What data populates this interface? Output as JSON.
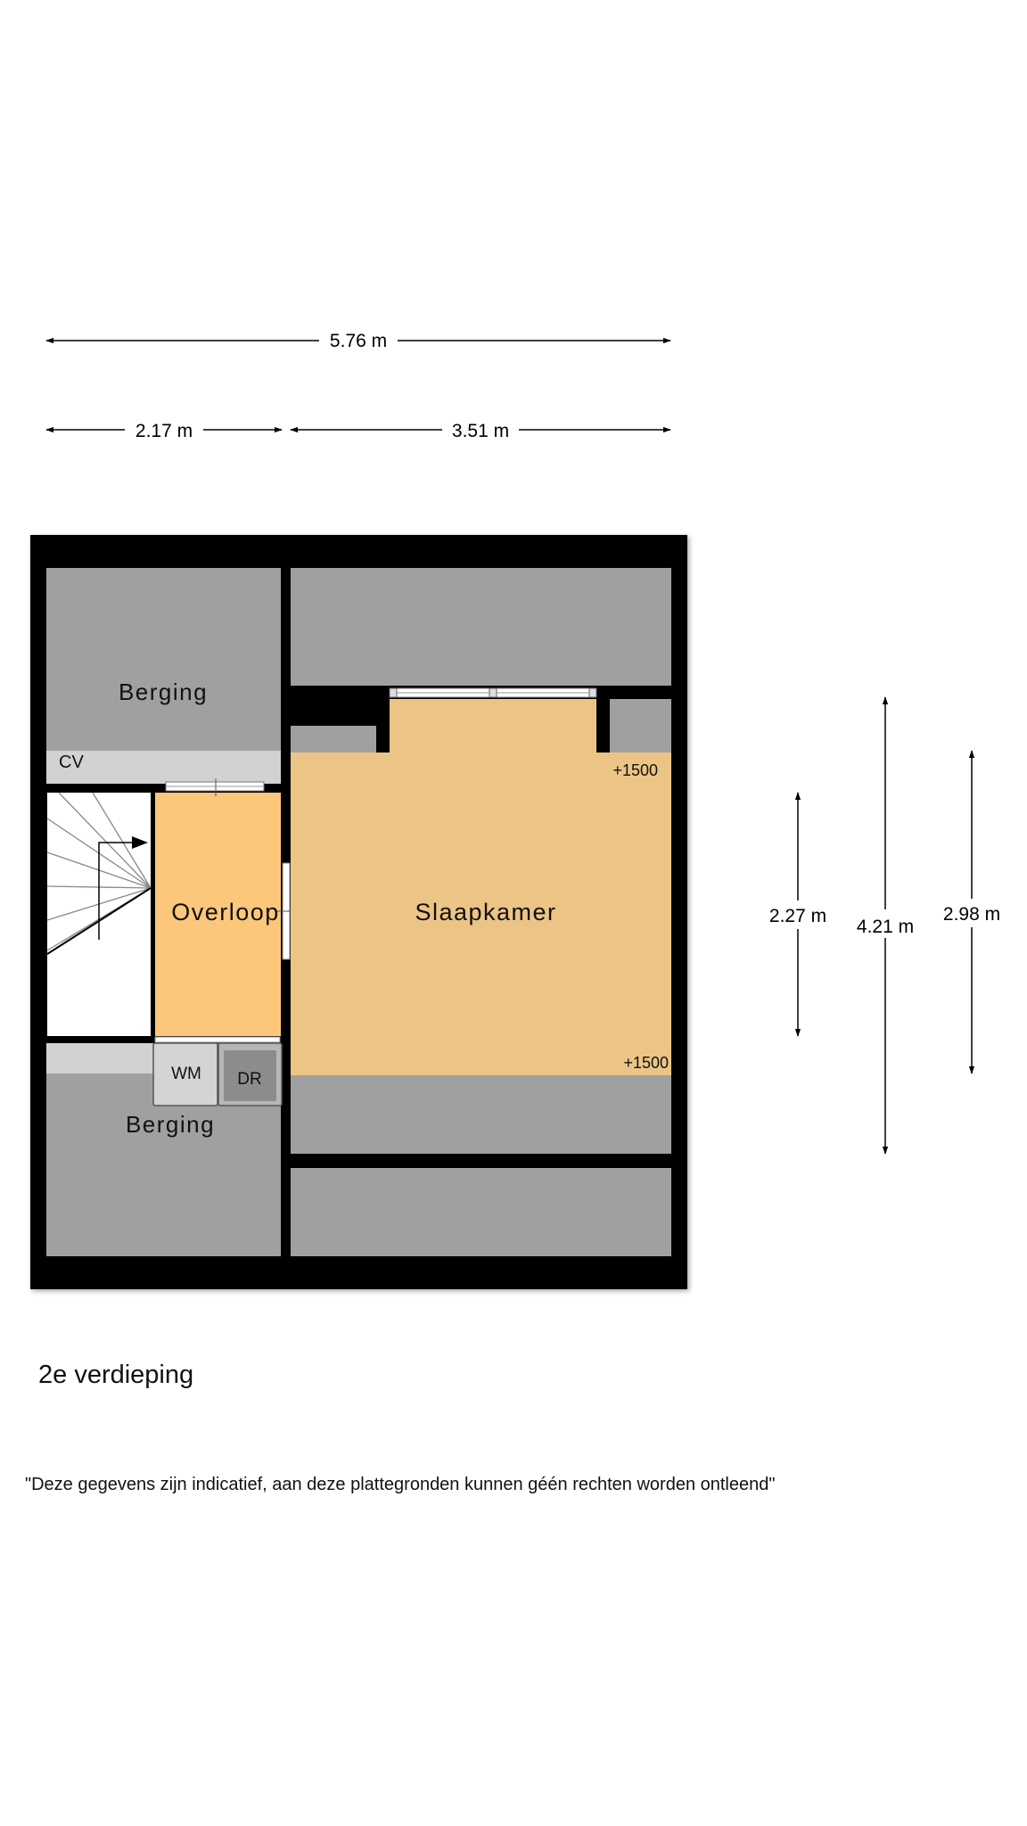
{
  "dimensions": {
    "total_width": "5.76 m",
    "left_width": "2.17 m",
    "right_width": "3.51 m",
    "overloop_depth": "2.27 m",
    "total_depth": "4.21 m",
    "slaapkamer_depth": "2.98 m"
  },
  "rooms": {
    "berging_top": "Berging",
    "cv": "CV",
    "overloop": "Overloop",
    "slaapkamer": "Slaapkamer",
    "berging_bottom": "Berging",
    "wm": "WM",
    "dr": "DR"
  },
  "heights": {
    "top": "+1500",
    "bottom": "+1500"
  },
  "floor_title": "2e verdieping",
  "disclaimer": "\"Deze gegevens zijn indicatief, aan deze plattegronden kunnen géén rechten worden ontleend\"",
  "colors": {
    "wall": "#000000",
    "storage": "#a0a0a0",
    "light_strip": "#d2d2d2",
    "overloop": "#fbc77a",
    "slaapkamer": "#ecc586",
    "stair": "#ffffff"
  }
}
